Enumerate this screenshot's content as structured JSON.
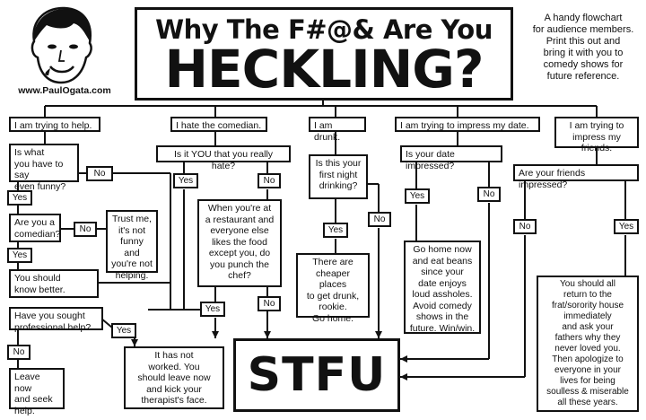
{
  "header": {
    "title_line1": "Why The F#@& Are You",
    "title_line2": "HECKLING?",
    "website": "www.PaulOgata.com",
    "note": "A handy flowchart\nfor audience members.\nPrint this out and\nbring it with you to\ncomedy shows for\nfuture reference."
  },
  "outcome": {
    "label": "STFU"
  },
  "branch_help": {
    "reason": "I am trying to help.",
    "q_funny": "Is what\nyou have to say\neven funny?",
    "yes1": "Yes",
    "no1": "No",
    "q_comedian": "Are you a\ncomedian?",
    "no2": "No",
    "trust": "Trust me,\nit's not\nfunny and\nyou're not\nhelping.",
    "yes2": "Yes",
    "know_better": "You should\nknow better.",
    "q_professional": "Have you sought\nprofessional help?",
    "no3": "No",
    "leave_now": "Leave now\nand seek\nhelp.",
    "yes3": "Yes",
    "not_worked": "It has not\nworked. You\nshould leave now\nand kick your\ntherapist's face."
  },
  "branch_hate": {
    "reason": "I hate the comedian.",
    "q_you": "Is it YOU that you really hate?",
    "yes1": "Yes",
    "no1": "No",
    "restaurant": "When you're at\na restaurant and\neveryone else\nlikes the food\nexcept you, do\nyou punch the\nchef?",
    "yes2": "Yes",
    "no2": "No"
  },
  "branch_drunk": {
    "reason": "I am drunk.",
    "q_first": "Is this your\nfirst night\ndrinking?",
    "yes": "Yes",
    "no": "No",
    "cheaper": "There are\ncheaper places\nto get drunk,\nrookie.\nGo home."
  },
  "branch_date": {
    "reason": "I am trying to impress my date.",
    "q_impressed": "Is your date impressed?",
    "yes": "Yes",
    "no": "No",
    "beans": "Go home now\nand eat beans\nsince your\ndate enjoys\nloud assholes.\nAvoid comedy\nshows in the\nfuture. Win/win."
  },
  "branch_friends": {
    "reason": "I am trying to\nimpress my friends.",
    "q_impressed": "Are your friends impressed?",
    "no": "No",
    "yes": "Yes",
    "frat": "You should all\nreturn to the\nfrat/sorority house\nimmediately\nand ask your\nfathers why they\nnever loved you.\nThen apologize to\neveryone in your\nlives for being\nsoulless & miserable\nall these years."
  }
}
